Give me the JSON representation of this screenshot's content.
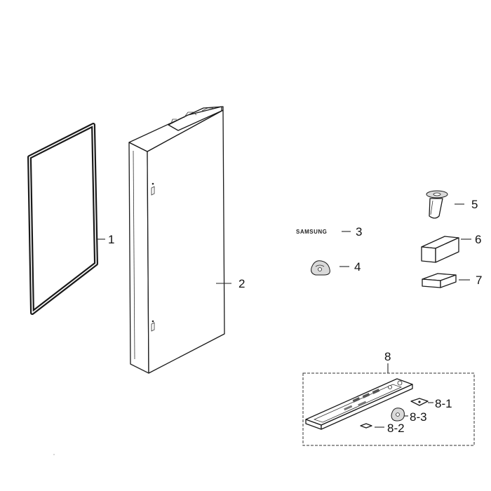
{
  "callouts": {
    "c1": "1",
    "c2": "2",
    "c3": "3",
    "c4": "4",
    "c5": "5",
    "c6": "6",
    "c7": "7",
    "c8": "8",
    "c8_1": "8-1",
    "c8_2": "8-2",
    "c8_3": "8-3"
  },
  "parts": {
    "logo_text": "SAMSUNG"
  }
}
